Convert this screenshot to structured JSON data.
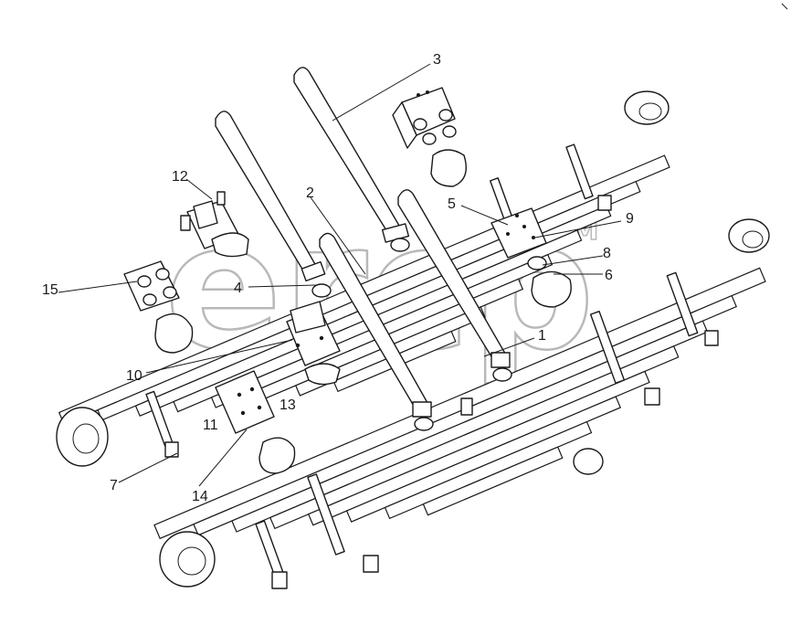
{
  "watermark": {
    "text": "ercp",
    "tm": "TM"
  },
  "callouts": [
    {
      "id": "1",
      "label": "1"
    },
    {
      "id": "2",
      "label": "2"
    },
    {
      "id": "3",
      "label": "3"
    },
    {
      "id": "4",
      "label": "4"
    },
    {
      "id": "5",
      "label": "5"
    },
    {
      "id": "6",
      "label": "6"
    },
    {
      "id": "7",
      "label": "7"
    },
    {
      "id": "8",
      "label": "8"
    },
    {
      "id": "9",
      "label": "9"
    },
    {
      "id": "10",
      "label": "10"
    },
    {
      "id": "11",
      "label": "11"
    },
    {
      "id": "12",
      "label": "12"
    },
    {
      "id": "13",
      "label": "13"
    },
    {
      "id": "14",
      "label": "14"
    },
    {
      "id": "15",
      "label": "15"
    }
  ]
}
